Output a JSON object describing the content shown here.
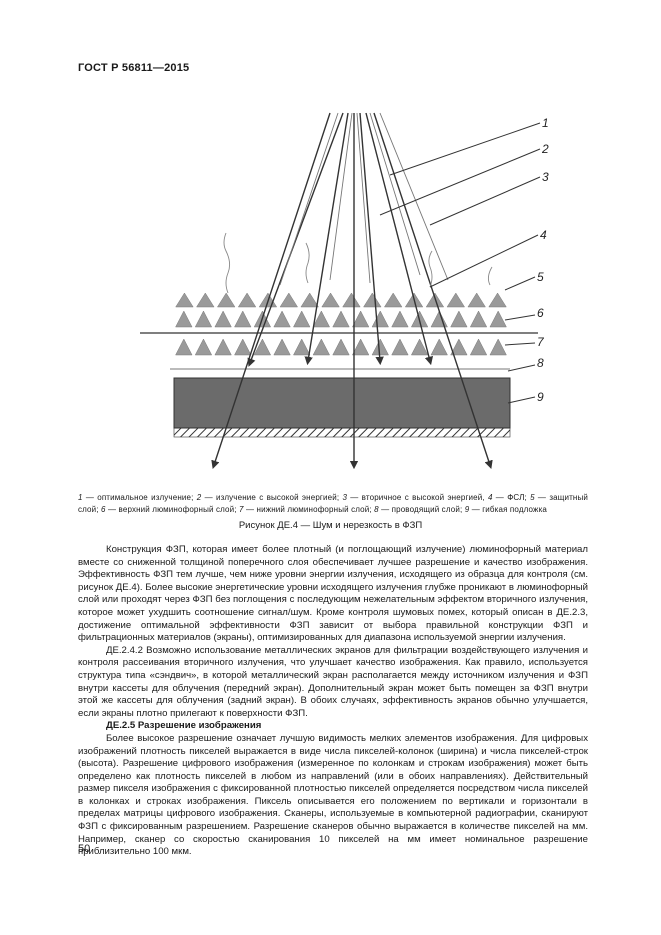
{
  "header": {
    "standard": "ГОСТ Р 56811—2015"
  },
  "figure": {
    "callouts": [
      "1",
      "2",
      "3",
      "4",
      "5",
      "6",
      "7",
      "8",
      "9"
    ],
    "legend": [
      {
        "num": "1",
        "text": " — оптимальное излучение; "
      },
      {
        "num": "2",
        "text": " — излучение с высокой энергией; "
      },
      {
        "num": "3",
        "text": " — вторичное с высокой энергией, "
      },
      {
        "num": "4",
        "text": " — ФСЛ; "
      },
      {
        "num": "5",
        "text": " — защитный слой; "
      },
      {
        "num": "6",
        "text": " — верхний люминофорный слой; "
      },
      {
        "num": "7",
        "text": " — нижний люминофорный слой; "
      },
      {
        "num": "8",
        "text": " — проводящий слой; "
      },
      {
        "num": "9",
        "text": " — гибкая подложка"
      }
    ],
    "caption": "Рисунок ДЕ.4 — Шум и нерезкость в ФЗП"
  },
  "body": {
    "p1": "Конструкция ФЗП, которая имеет более плотный (и поглощающий излучение) люминофорный материал вместе со сниженной толщиной поперечного слоя обеспечивает лучшее разрешение и качество изображения. Эффективность ФЗП тем лучше, чем ниже уровни энергии излучения, исходящего из образца для контроля (см. рисунок ДЕ.4). Более высокие энергетические уровни исходящего излучения глубже проникают в люминофорный слой или проходят через ФЗП без поглощения с последующим нежелательным эффектом вторичного излучения, которое может ухудшить соотношение сигнал/шум. Кроме контроля шумовых помех, который описан в ДЕ.2.3, достижение оптимальной эффективности ФЗП зависит от выбора правильной конструкции ФЗП и фильтрационных материалов (экраны), оптимизированных для диапазона используемой энергии излучения.",
    "p2": "ДЕ.2.4.2 Возможно использование металлических экранов для фильтрации воздействующего излучения и контроля рассеивания вторичного излучения, что улучшает качество изображения. Как правило, используется структура типа «сэндвич», в которой металлический экран располагается между источником излучения и ФЗП внутри кассеты для облучения (передний экран). Дополнительный экран может быть помещен за ФЗП внутри этой же кассеты для облучения (задний экран). В обоих случаях, эффективность экранов обычно улучшается, если экраны плотно прилегают к поверхности ФЗП.",
    "p3": "ДЕ.2.5 Разрешение изображения",
    "p4": "Более высокое разрешение означает лучшую видимость мелких элементов изображения. Для цифровых изображений плотность пикселей выражается в виде числа пикселей-колонок (ширина) и числа пикселей-строк (высота). Разрешение цифрового изображения (измеренное по колонкам и строкам изображения) может быть определено как плотность пикселей в любом из направлений (или в обоих направлениях). Действительный размер пикселя изображения с фиксированной плотностью пикселей определяется посредством числа пикселей в колонках и строках изображения. Пиксель описывается его положением по вертикали и горизонтали в пределах матрицы цифрового изображения. Сканеры, используемые в компьютерной радиографии, сканируют ФЗП с фиксированным разрешением. Разрешение сканеров обычно выражается в количестве пикселей на мм. Например, сканер со скоростью сканирования 10 пикселей на мм имеет номинальное разрешение приблизительно 100 мкм."
  },
  "footer": {
    "page_number": "50"
  }
}
